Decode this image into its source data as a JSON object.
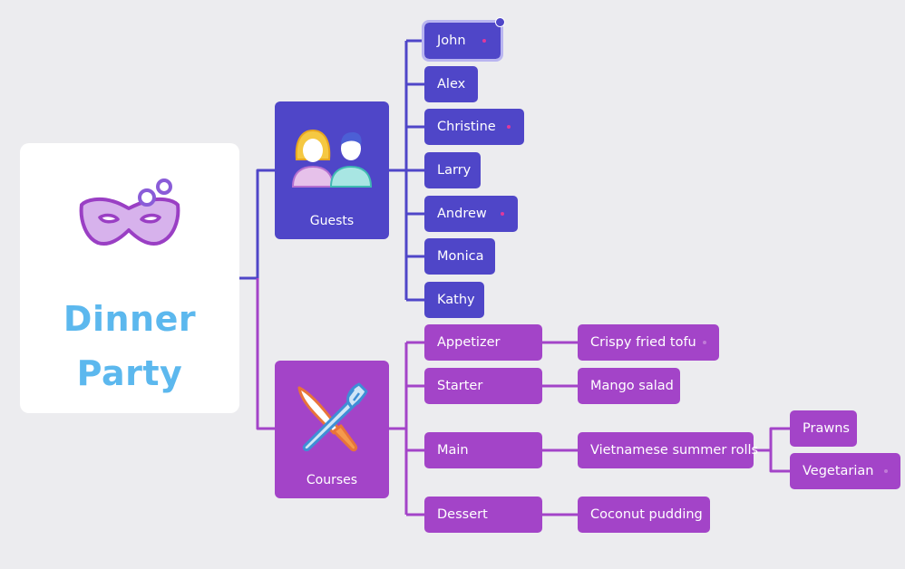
{
  "root": {
    "line1": "Dinner",
    "line2": "Party",
    "icon": "mask-icon"
  },
  "guests": {
    "label": "Guests",
    "icon": "people-icon",
    "items": [
      {
        "label": "John"
      },
      {
        "label": "Alex"
      },
      {
        "label": "Christine"
      },
      {
        "label": "Larry"
      },
      {
        "label": "Andrew"
      },
      {
        "label": "Monica"
      },
      {
        "label": "Kathy"
      }
    ]
  },
  "courses": {
    "label": "Courses",
    "icon": "fork-knife-icon",
    "items": [
      {
        "label": "Appetizer",
        "dish": "Crispy fried tofu"
      },
      {
        "label": "Starter",
        "dish": "Mango salad"
      },
      {
        "label": "Main",
        "dish": "Vietnamese summer rolls",
        "options": [
          "Prawns",
          "Vegetarian"
        ]
      },
      {
        "label": "Dessert",
        "dish": "Coconut pudding"
      }
    ]
  },
  "colors": {
    "guest_node": "#4f46c8",
    "course_node": "#a344c8",
    "root_title": "#5cb8ee",
    "background": "#ececef"
  }
}
